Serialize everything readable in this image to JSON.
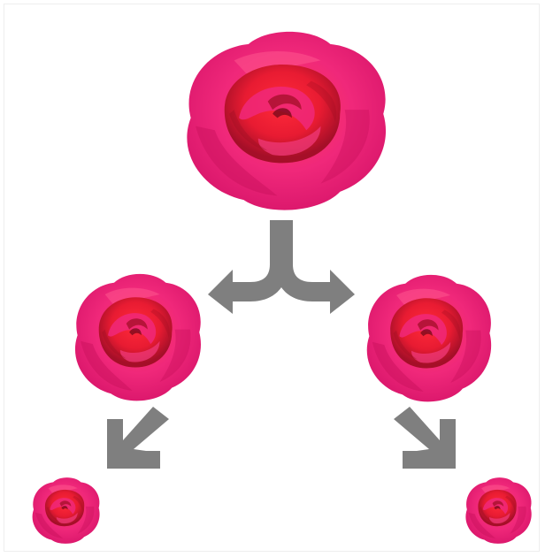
{
  "diagram": {
    "nodes": [
      {
        "id": "root",
        "icon": "rose-icon",
        "level": 1
      },
      {
        "id": "left-child",
        "icon": "rose-icon",
        "level": 2
      },
      {
        "id": "right-child",
        "icon": "rose-icon",
        "level": 2
      },
      {
        "id": "left-grandchild",
        "icon": "rose-icon",
        "level": 3
      },
      {
        "id": "right-grandchild",
        "icon": "rose-icon",
        "level": 3
      }
    ],
    "edges": [
      {
        "from": "root",
        "to": "left-child"
      },
      {
        "from": "root",
        "to": "right-child"
      },
      {
        "from": "left-child",
        "to": "left-grandchild"
      },
      {
        "from": "right-child",
        "to": "right-grandchild"
      }
    ],
    "colors": {
      "petal": "#f0287a",
      "petal_shade": "#c8105a",
      "core": "#e81b32",
      "core_dark": "#9c0d22",
      "arrow": "#7f7f7f",
      "background": "#ffffff"
    }
  }
}
